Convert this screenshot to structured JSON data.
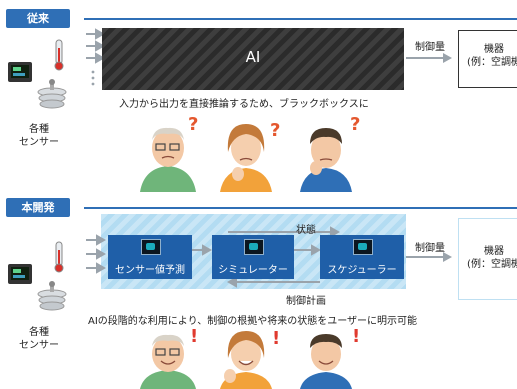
{
  "sections": {
    "conventional": {
      "tag": "従来",
      "sensor_label": "各種\nセンサー",
      "ai_label": "AI",
      "control_label": "制御量",
      "device_label_1": "機器",
      "device_label_2": "(例：空調機",
      "caption": "入力から出力を直接推論するため、ブラックボックスに"
    },
    "development": {
      "tag": "本開発",
      "sensor_label": "各種\nセンサー",
      "state_label": "状態",
      "control_label": "制御量",
      "plan_label": "制御計画",
      "device_label_1": "機器",
      "device_label_2": "(例：空調機",
      "units": [
        "センサー値予測",
        "シミュレーター",
        "スケジューラー"
      ],
      "caption": "AIの段階的な利用により、制御の根拠や将来の状態をユーザーに明示可能"
    }
  },
  "colors": {
    "brand_blue": "#2f6fb6",
    "unit_blue": "#1f5fa8",
    "question_mark": "#e4572e",
    "exclaim_mark": "#e03a2f"
  }
}
